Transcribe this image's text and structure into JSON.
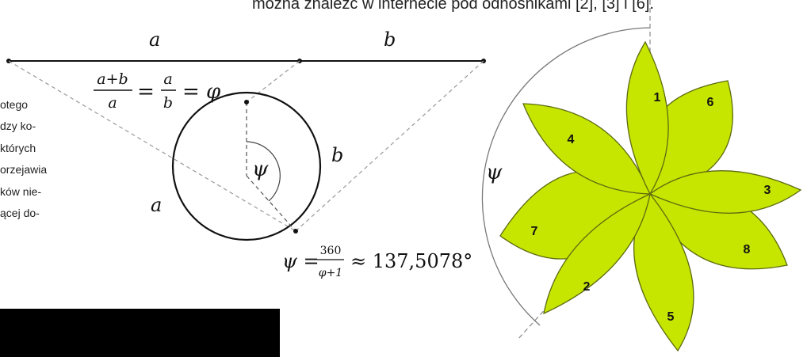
{
  "top_text": "można znaleźć w internecie pod odnośnikami [2], [3] i [6].",
  "side_text": [
    "otego",
    "dzy ko-",
    "których",
    "orzejawia",
    "ków nie-",
    "ącej do-"
  ],
  "labels": {
    "a": "a",
    "b": "b",
    "psi": "ψ"
  },
  "ratio_formula": {
    "num1": "a+b",
    "den1": "a",
    "eq1": "=",
    "num2": "a",
    "den2": "b",
    "eq2": "= φ"
  },
  "psi_formula": {
    "lhs": "ψ =",
    "num": "360",
    "den": "φ+1",
    "rhs": "≈ 137,5078°"
  },
  "petals": [
    "1",
    "2",
    "3",
    "4",
    "5",
    "6",
    "7",
    "8"
  ],
  "colors": {
    "petal_fill": "#c6e600",
    "petal_stroke": "#5d6b10",
    "redaction": "#000000"
  }
}
